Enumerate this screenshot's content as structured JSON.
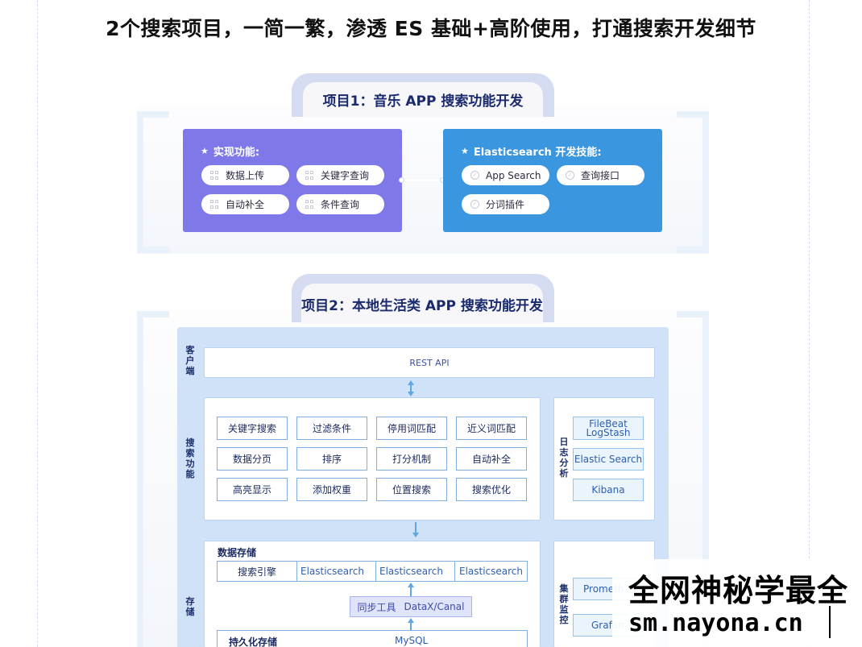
{
  "headline": "2个搜索项目，一简一繁，渗透 ES 基础+高阶使用，打通搜索开发细节",
  "project1": {
    "tab_title": "项目1：音乐 APP 搜索功能开发",
    "features": {
      "title": "实现功能:",
      "items": [
        "数据上传",
        "关键字查询",
        "自动补全",
        "条件查询"
      ]
    },
    "skills": {
      "title": "Elasticsearch 开发技能:",
      "items": [
        "App Search",
        "查询接口",
        "分词插件"
      ]
    }
  },
  "project2": {
    "tab_title": "项目2：本地生活类 APP 搜索功能开发",
    "client": {
      "label": "客户端",
      "rest_api": "REST API"
    },
    "search": {
      "label": "搜索功能",
      "items": [
        "关键字搜索",
        "过滤条件",
        "停用词匹配",
        "近义词匹配",
        "数据分页",
        "排序",
        "打分机制",
        "自动补全",
        "高亮显示",
        "添加权重",
        "位置搜索",
        "搜索优化"
      ]
    },
    "log": {
      "label": "日志分析",
      "items": [
        "FileBeat\nLogStash",
        "Elastic Search",
        "Kibana"
      ]
    },
    "storage": {
      "label": "存储",
      "data_storage": "数据存储",
      "search_engine": "搜索引擎",
      "es_nodes": [
        "Elasticsearch",
        "Elasticsearch",
        "Elasticsearch"
      ],
      "sync_label": "同步工具",
      "sync_tools": "DataX/Canal",
      "persist_label": "持久化存储",
      "persist_db": "MySQL"
    },
    "cluster": {
      "label": "集群监控",
      "items": [
        "Prometh",
        "Grafan"
      ]
    }
  },
  "watermark": {
    "line1": "全网神秘学最全",
    "line2": "sm.nayona.cn"
  }
}
